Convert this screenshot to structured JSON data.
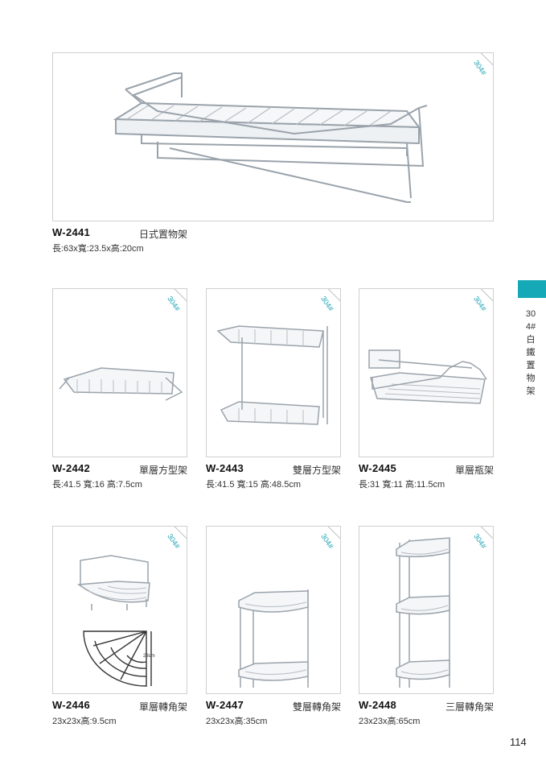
{
  "badge": "304#",
  "sidebar": {
    "category": "304#白鐵置物架"
  },
  "page_number": "114",
  "products": [
    {
      "code": "W-2441",
      "name": "日式置物架",
      "dims": "長:63x寬:23.5x高:20cm"
    },
    {
      "code": "W-2442",
      "name": "單層方型架",
      "dims": "長:41.5 寬:16 高:7.5cm"
    },
    {
      "code": "W-2443",
      "name": "雙層方型架",
      "dims": "長:41.5 寬:15 高:48.5cm"
    },
    {
      "code": "W-2445",
      "name": "單層瓶架",
      "dims": "長:31 寬:11 高:11.5cm"
    },
    {
      "code": "W-2446",
      "name": "單層轉角架",
      "dims": "23x23x高:9.5cm"
    },
    {
      "code": "W-2447",
      "name": "雙層轉角架",
      "dims": "23x23x高:35cm"
    },
    {
      "code": "W-2448",
      "name": "三層轉角架",
      "dims": "23x23x高:65cm"
    }
  ],
  "diagram_label": "23cm",
  "colors": {
    "accent": "#15a8b6",
    "badge_text": "#1aa3b3",
    "border": "#cfcfcf"
  }
}
